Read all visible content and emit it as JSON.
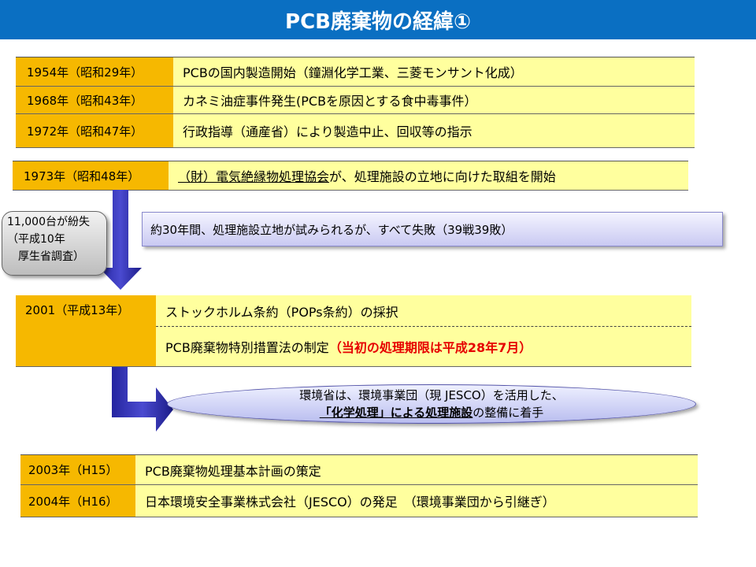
{
  "title": "PCB廃棄物の経緯①",
  "block1": [
    {
      "date": "1954年（昭和29年）",
      "text": "PCBの国内製造開始（鐘淵化学工業、三菱モンサント化成）"
    },
    {
      "date": "1968年（昭和43年）",
      "text": "カネミ油症事件発生(PCBを原因とする食中毒事件）"
    },
    {
      "date": "1972年（昭和47年）",
      "text": "行政指導（通産省）により製造中止、回収等の指示"
    }
  ],
  "block2": {
    "date": "1973年（昭和48年）",
    "org": "（財）電気絶縁物処理協会",
    "rest": "が、処理施設の立地に向けた取組を開始"
  },
  "callout": "約30年間、処理施設立地が試みられるが、すべて失敗（39戦39敗）",
  "bubble": {
    "line1": "11,000台が紛失",
    "line2": "（平成10年",
    "line3": "厚生省調査）"
  },
  "block3": {
    "date": "2001（平成13年）",
    "item1": "ストックホルム条約（POPs条約）の採択",
    "item2_main": "PCB廃棄物特別措置法の制定",
    "item2_red": "（当初の処理期限は平成28年7月）"
  },
  "ellipse": {
    "line1": "環境省は、環境事業団（現 JESCO）を活用した、",
    "line2_bold": "「化学処理」による処理施設",
    "line2_rest": "の整備に着手"
  },
  "block4": [
    {
      "date": "2003年（H15）",
      "text": "PCB廃棄物処理基本計画の策定"
    },
    {
      "date": "2004年（H16）",
      "text": "日本環境安全事業株式会社（JESCO）の発足　（環境事業団から引継ぎ）"
    }
  ],
  "colors": {
    "header": "#0a6fc2",
    "date_cell": "#f6b800",
    "desc_cell": "#ffff9e",
    "arrow": "#2a2aa0",
    "emphasis": "#e60000"
  }
}
